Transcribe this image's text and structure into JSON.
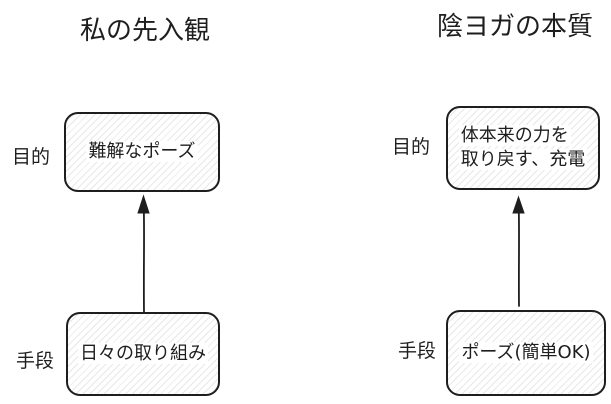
{
  "left": {
    "title": "私の先入観",
    "purpose_label": "目的",
    "purpose_box": "難解なポーズ",
    "means_label": "手段",
    "means_box": "日々の取り組み"
  },
  "right": {
    "title": "陰ヨガの本質",
    "purpose_label": "目的",
    "purpose_box_line1": "体本来の力を",
    "purpose_box_line2": "取り戻す、充電",
    "means_label": "手段",
    "means_box": "ポーズ(簡単OK)"
  }
}
